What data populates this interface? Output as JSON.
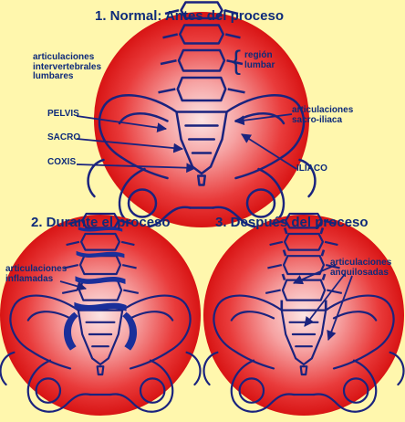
{
  "panels": {
    "normal": {
      "title": "1. Normal: Antes del proceso"
    },
    "durante": {
      "title": "2. Durante el proceso"
    },
    "despues": {
      "title": "3. Después del proceso"
    }
  },
  "labels": {
    "articulaciones_intervertebrales": [
      "articulaciones",
      "intervertebrales",
      "lumbares"
    ],
    "region_lumbar": [
      "región",
      "lumbar"
    ],
    "pelvis": "PELVIS",
    "sacro": "SACRO",
    "coxis": "COXIS",
    "articulaciones_sacroiliaca": [
      "articulaciones",
      "sacro-iliaca"
    ],
    "iliaco": "ILIACO",
    "articulaciones_inflamadas": [
      "articulaciones",
      "inflamadas"
    ],
    "articulaciones_anquilosadas": [
      "articulaciones",
      "anquilosadas"
    ]
  },
  "colors": {
    "background": "#fff7ad",
    "circle_center": "#fce4e4",
    "circle_edge": "#e01d1d",
    "text": "#0d2a7a",
    "bone_line": "#1a237e",
    "inflammation": "#1a2f9a"
  }
}
